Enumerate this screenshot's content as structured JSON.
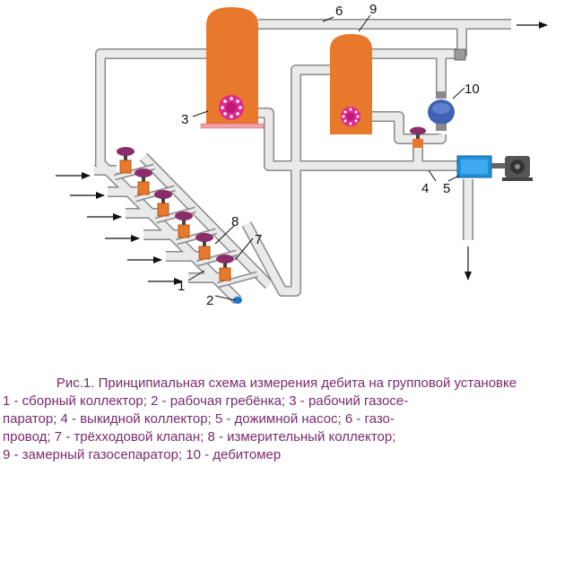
{
  "labels": {
    "n1": "1",
    "n2": "2",
    "n3": "3",
    "n4": "4",
    "n5": "5",
    "n6": "6",
    "n7": "7",
    "n8": "8",
    "n9": "9",
    "n10": "10"
  },
  "colors": {
    "vessel": "#e8782b",
    "pipe_fill": "#eaeaea",
    "pipe_stroke": "#8a8a8a",
    "valve_head": "#8b2c6b",
    "flange": "#e0298f",
    "meter": "#3f62b5",
    "pump": "#1f8fd6",
    "motor": "#555555",
    "caption": "#7a2a6e"
  },
  "caption": {
    "title": "Рис.1. Принципиальная схема измерения дебита на групповой установке",
    "lines": [
      "1 - сборный коллектор; 2 - рабочая гребёнка; 3 - рабочий газосе-",
      "паратор; 4 - выкидной коллектор;  5 - дожимной насос; 6 - газо-",
      "провод; 7 - трёхходовой клапан; 8 - измерительный коллектор;",
      "9 - замерный газосепаратор; 10 - дебитомер"
    ]
  }
}
